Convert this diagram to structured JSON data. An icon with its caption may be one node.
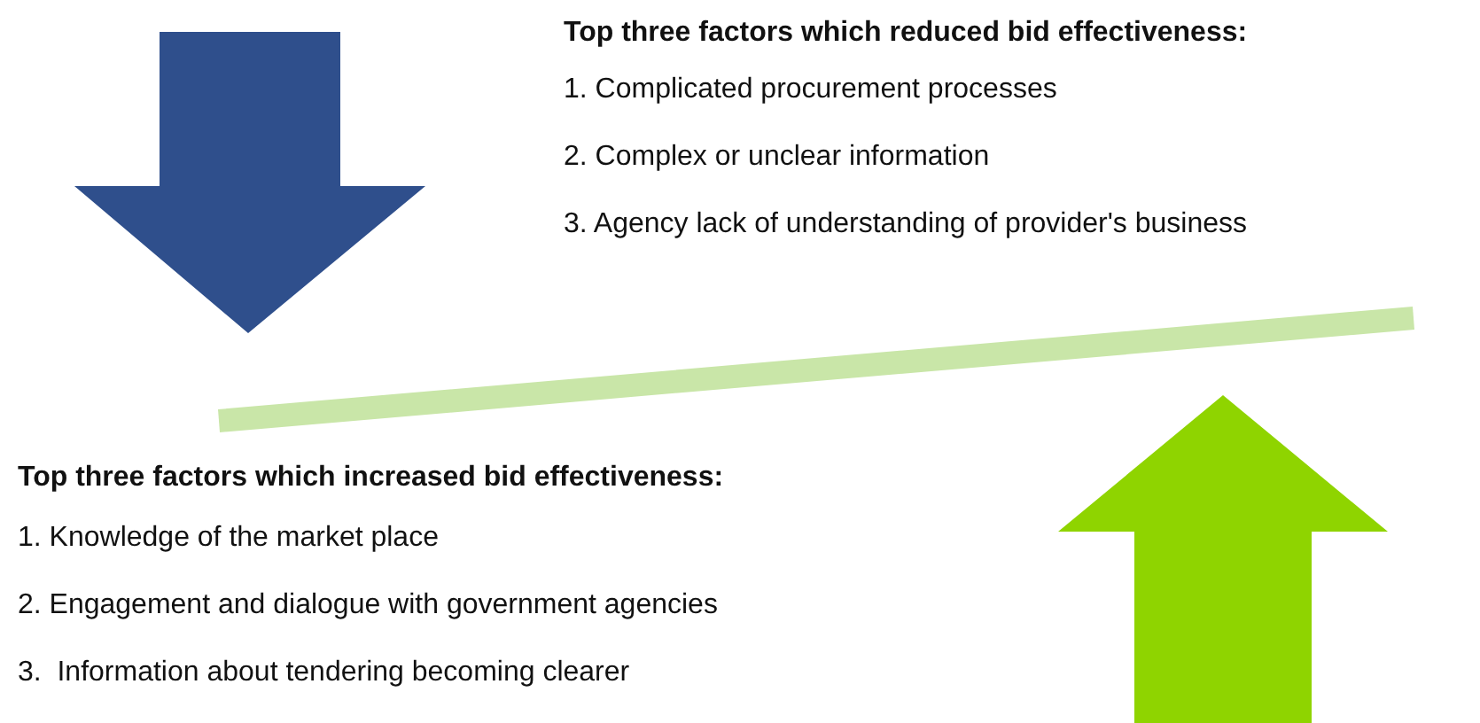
{
  "diagram": {
    "labels": [
      "Top three factors which reduced bid effectiveness:",
      "1. Complicated procurement processes",
      "2. Complex or unclear information",
      "3. Agency lack of understanding of provider's business",
      "Top three factors which increased bid effectiveness:",
      "1. Knowledge of the market place",
      "2. Engagement and dialogue with government agencies",
      "3.  Information about tendering becoming clearer"
    ]
  }
}
